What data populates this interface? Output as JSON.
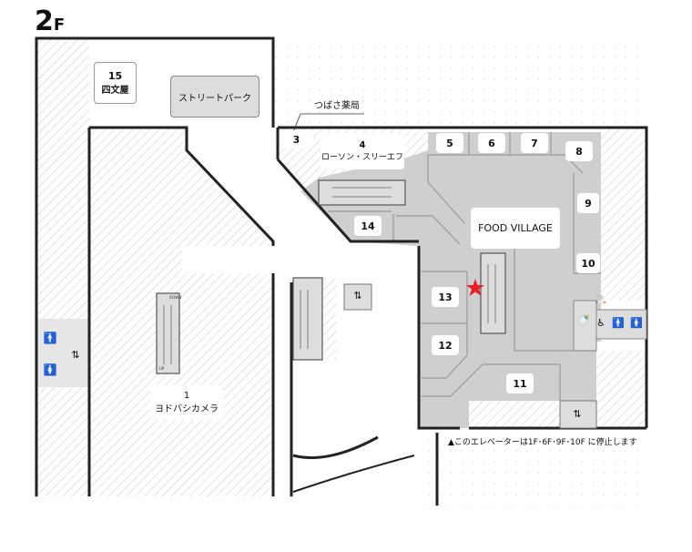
{
  "floor": {
    "number": "2",
    "suffix": "F"
  },
  "shops": [
    {
      "no": "15",
      "name": "四文屋"
    },
    {
      "no": "",
      "name": "ストリートパーク"
    },
    {
      "no": "3",
      "name": "つばさ薬局"
    },
    {
      "no": "4",
      "name": "ローソン・スリーエフ"
    },
    {
      "no": "5"
    },
    {
      "no": "6"
    },
    {
      "no": "7"
    },
    {
      "no": "8"
    },
    {
      "no": "9"
    },
    {
      "no": "10"
    },
    {
      "no": "11"
    },
    {
      "no": "12"
    },
    {
      "no": "13"
    },
    {
      "no": "14"
    },
    {
      "no": "1",
      "name": "ヨドバシカメラ"
    }
  ],
  "food_village": "FOOD VILLAGE",
  "escalator": {
    "down": "DOWN",
    "up": "UP"
  },
  "note": "▲このエレベーターは1F･6F･9F･10F に停止します",
  "current_location_color": "#e8202a",
  "icons": [
    "elevator-icon",
    "toilet-icon",
    "accessible-toilet-icon",
    "smoking-icon",
    "baby-bottle-icon",
    "current-location-star-icon",
    "escalator-icon"
  ]
}
